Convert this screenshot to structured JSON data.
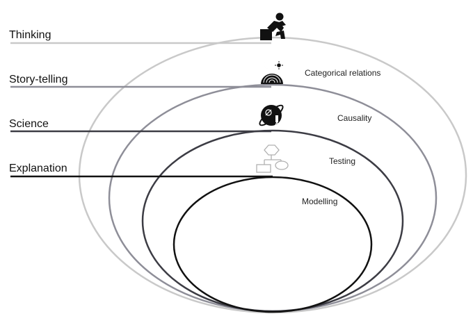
{
  "levels": [
    {
      "label": "Thinking",
      "color": "#c9c9c9",
      "icon": "thinker-icon"
    },
    {
      "label": "Story-telling",
      "color": "#8e8e98",
      "icon": "campfire-night-icon"
    },
    {
      "label": "Science",
      "color": "#3c3c44",
      "icon": "planet-telescope-icon"
    },
    {
      "label": "Explanation",
      "color": "#111111",
      "icon": "flowchart-icon"
    }
  ],
  "rings": [
    {
      "label": "Categorical relations",
      "color": "#c9c9c9"
    },
    {
      "label": "Causality",
      "color": "#8e8e98"
    },
    {
      "label": "Testing",
      "color": "#3c3c44"
    },
    {
      "label": "Modelling",
      "color": "#111111"
    }
  ]
}
